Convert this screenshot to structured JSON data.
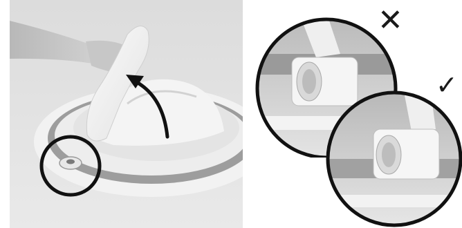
{
  "panels": {
    "step_photo": {
      "icon": "hand-lifting-cover-photo",
      "highlight": "circle-highlight-icon",
      "arrow": "curved-arrow-icon"
    },
    "incorrect_detail": {
      "icon": "connector-detail-incorrect",
      "mark": "✕"
    },
    "correct_detail": {
      "icon": "connector-detail-correct",
      "mark": "✓"
    }
  },
  "colors": {
    "line": "#111111",
    "background": "#ffffff"
  }
}
